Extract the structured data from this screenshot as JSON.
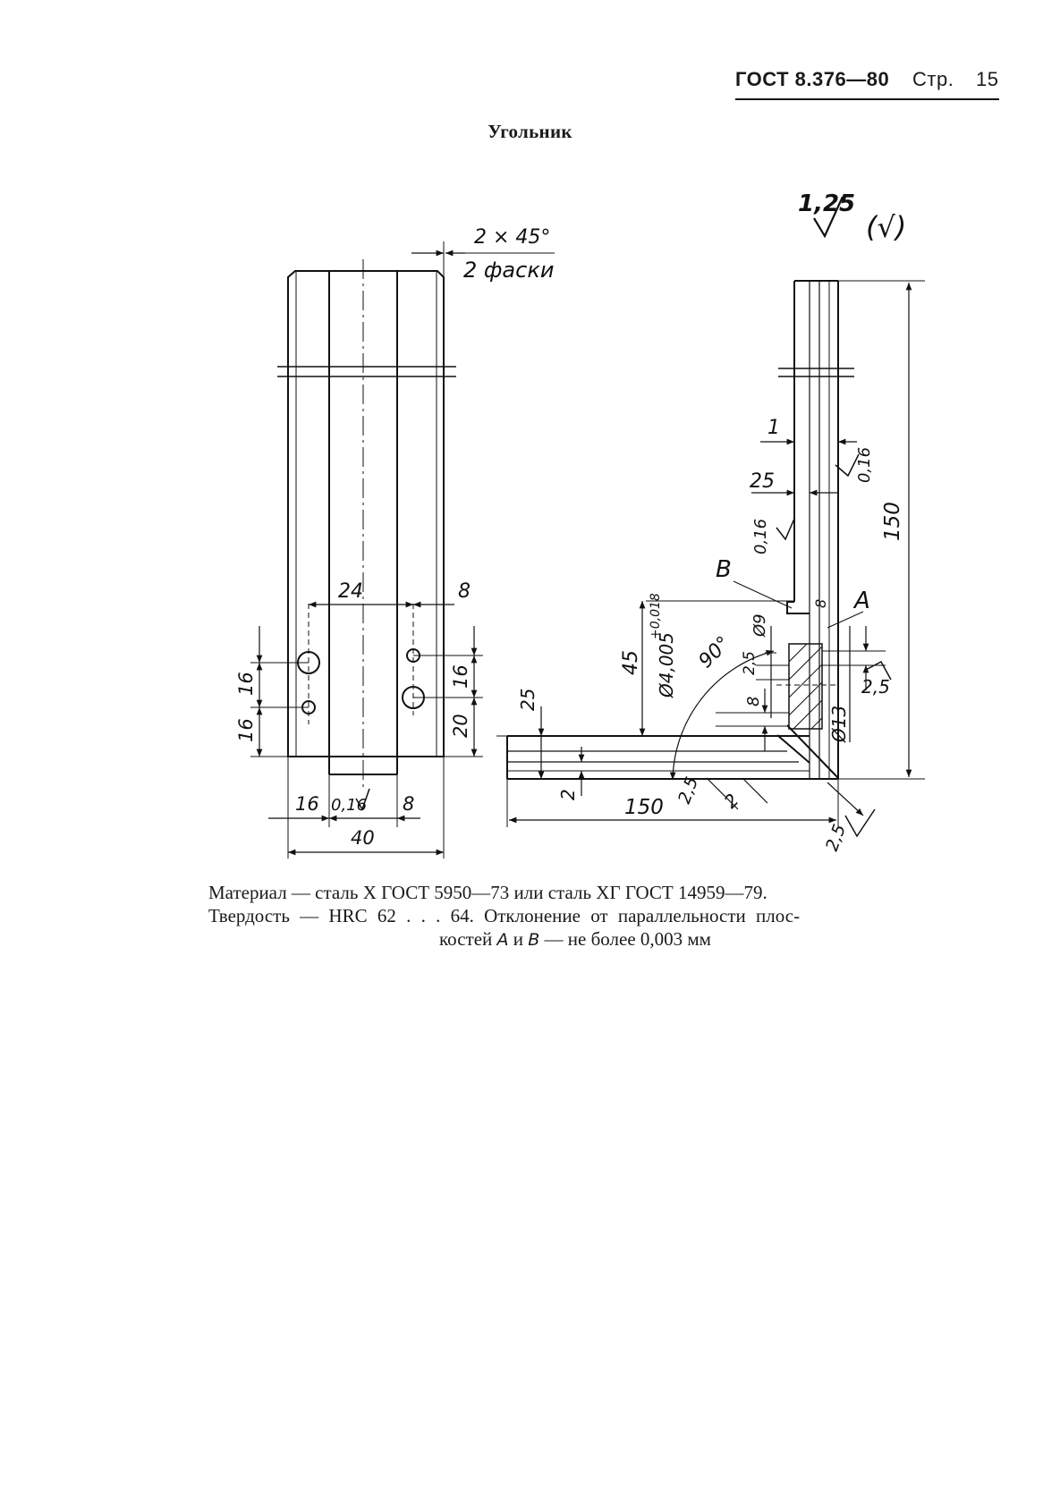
{
  "header": {
    "standard": "ГОСТ 8.376—80",
    "page_label": "Стр.",
    "page_number": "15"
  },
  "title": "Угольник",
  "drawing": {
    "left_view": {
      "chamfer_spec": "2 × 45°",
      "chamfer_note": "2 фаски",
      "dim_24": "24",
      "dim_8_top": "8",
      "dim_16_left_upper": "16",
      "dim_16_left_lower": "16",
      "dim_16_right": "16",
      "dim_20_right": "20",
      "dim_16_bottom": "16",
      "roughness_016_bottom": "0,16",
      "dim_8_bottom": "8",
      "dim_40": "40"
    },
    "right_view": {
      "roughness_main": "1,25",
      "roughness_paren": "(√)",
      "dim_150_vertical": "150",
      "dim_1": "1",
      "roughness_016_right": "0,16",
      "dim_25_top": "25",
      "roughness_016_left": "0,16",
      "label_B": "B",
      "label_A": "A",
      "dim_8_right": "8",
      "dia_9": "Ø9",
      "dia_4": "Ø4,005",
      "tol_4": "+0,018",
      "dim_45": "45",
      "angle_90": "90°",
      "dim_25_inner": "2,5",
      "dim_8_inner": "8",
      "dim_25_right": "2,5",
      "dia_13": "Ø13",
      "dim_25_left": "25",
      "dim_2_left": "2",
      "dim_150_horizontal": "150",
      "dim_25_corner": "2,5",
      "dim_2_corner": "2",
      "dim_25_bottom": "2,5"
    }
  },
  "notes": {
    "line1": "Материал — сталь Х ГОСТ 5950—73 или сталь ХГ ГОСТ 14959—79.",
    "line2": "Твердость — HRC 62 . . . 64. Отклонение от параллельности плос-",
    "line3_prefix": "костей",
    "line3_plane_a": "A",
    "line3_and": "и",
    "line3_plane_b": "B",
    "line3_suffix": "— не более 0,003 мм"
  }
}
